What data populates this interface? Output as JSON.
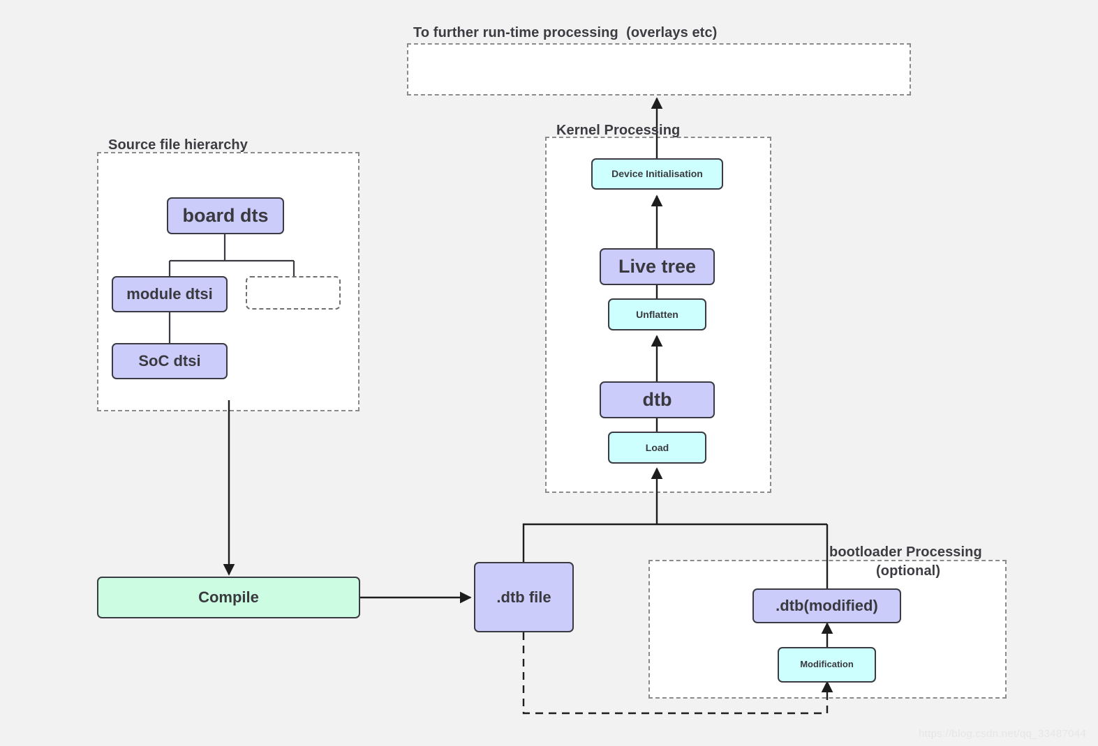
{
  "diagram": {
    "title_top": "To further run-time processing  (overlays etc)",
    "watermark": "https://blog.csdn.net/qq_33487044"
  },
  "groups": {
    "runtime": {
      "label": "To further run-time processing  (overlays etc)"
    },
    "source_hierarchy": {
      "label": "Source file hierarchy"
    },
    "kernel": {
      "label": "Kernel Processing"
    },
    "bootloader": {
      "label_line1": "bootloader Processing",
      "label_line2": "(optional)"
    }
  },
  "nodes": {
    "board_dts": {
      "label": "board dts"
    },
    "module_dtsi": {
      "label": "module dtsi"
    },
    "soc_dtsi": {
      "label": "SoC dtsi"
    },
    "placeholder": {
      "label": ""
    },
    "compile": {
      "label": "Compile"
    },
    "dtb_file": {
      "label": ".dtb file"
    },
    "device_init": {
      "label": "Device Initialisation"
    },
    "live_tree": {
      "label": "Live tree"
    },
    "unflatten": {
      "label": "Unflatten"
    },
    "dtb": {
      "label": "dtb"
    },
    "load": {
      "label": "Load"
    },
    "dtb_modified": {
      "label": ".dtb(modified)"
    },
    "modification": {
      "label": "Modification"
    }
  },
  "colors": {
    "purple_fill": "#ccccfb",
    "cyan_fill": "#ccfffd",
    "green_fill": "#ccfde2",
    "stroke": "#3a3a42",
    "dashed_stroke": "#8a8a8a",
    "background": "#f2f2f2"
  },
  "chart_data": {
    "type": "diagram",
    "title": "Device Tree build and boot flow",
    "flow_edges": [
      {
        "from": "board_dts",
        "to": "module_dtsi",
        "style": "solid",
        "arrow": false
      },
      {
        "from": "board_dts",
        "to": "placeholder",
        "style": "solid",
        "arrow": false
      },
      {
        "from": "module_dtsi",
        "to": "soc_dtsi",
        "style": "solid",
        "arrow": false
      },
      {
        "from": "source_hierarchy",
        "to": "compile",
        "style": "solid",
        "arrow": true
      },
      {
        "from": "compile",
        "to": "dtb_file",
        "style": "solid",
        "arrow": true
      },
      {
        "from": "dtb_file",
        "to": "load",
        "style": "solid",
        "arrow": true
      },
      {
        "from": "load",
        "to": "dtb",
        "style": "solid",
        "arrow": false
      },
      {
        "from": "dtb",
        "to": "unflatten",
        "style": "solid",
        "arrow": true
      },
      {
        "from": "unflatten",
        "to": "live_tree",
        "style": "solid",
        "arrow": false
      },
      {
        "from": "live_tree",
        "to": "device_init",
        "style": "solid",
        "arrow": true
      },
      {
        "from": "device_init",
        "to": "runtime",
        "style": "solid",
        "arrow": true
      },
      {
        "from": "dtb_file",
        "to": "modification",
        "style": "dashed",
        "arrow": true
      },
      {
        "from": "modification",
        "to": "dtb_modified",
        "style": "solid",
        "arrow": true
      },
      {
        "from": "dtb_modified",
        "to": "load",
        "style": "solid",
        "arrow": true
      }
    ]
  }
}
